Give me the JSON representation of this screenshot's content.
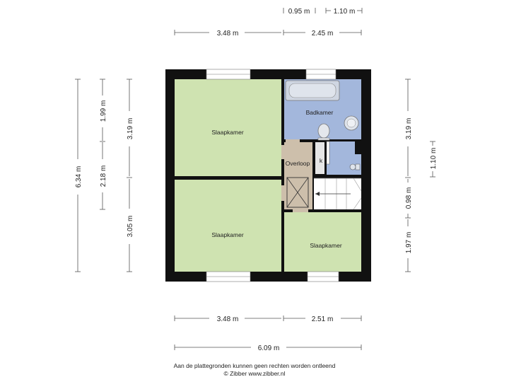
{
  "rooms": {
    "bedroom_top_left": "Slaapkamer",
    "bedroom_bottom_left": "Slaapkamer",
    "bedroom_bottom_right": "Slaapkamer",
    "bathroom": "Badkamer",
    "landing": "Overloop",
    "closet": "k"
  },
  "dimensions": {
    "top_small_left": "0.95 m",
    "top_small_right": "1.10 m",
    "top_left": "3.48 m",
    "top_right": "2.45 m",
    "bottom_left": "3.48 m",
    "bottom_right": "2.51 m",
    "bottom_total": "6.09 m",
    "left_total": "6.34 m",
    "left_mid_upper": "1.99 m",
    "left_mid_lower": "2.18 m",
    "left_inner_upper": "3.19 m",
    "left_inner_lower": "3.05 m",
    "right_upper": "3.19 m",
    "right_mid": "0.98 m",
    "right_lower": "1.97 m",
    "right_outer": "1.10 m"
  },
  "footer": {
    "disclaimer": "Aan de plattegronden kunnen geen rechten worden ontleend",
    "copyright": "© Zibber www.zibber.nl"
  },
  "colors": {
    "wall": "#111111",
    "bedroom_fill": "#cfe3b1",
    "bathroom_fill": "#a3b7dc",
    "landing_fill": "#cdbfab",
    "stairs_fill": "#ffffff"
  }
}
